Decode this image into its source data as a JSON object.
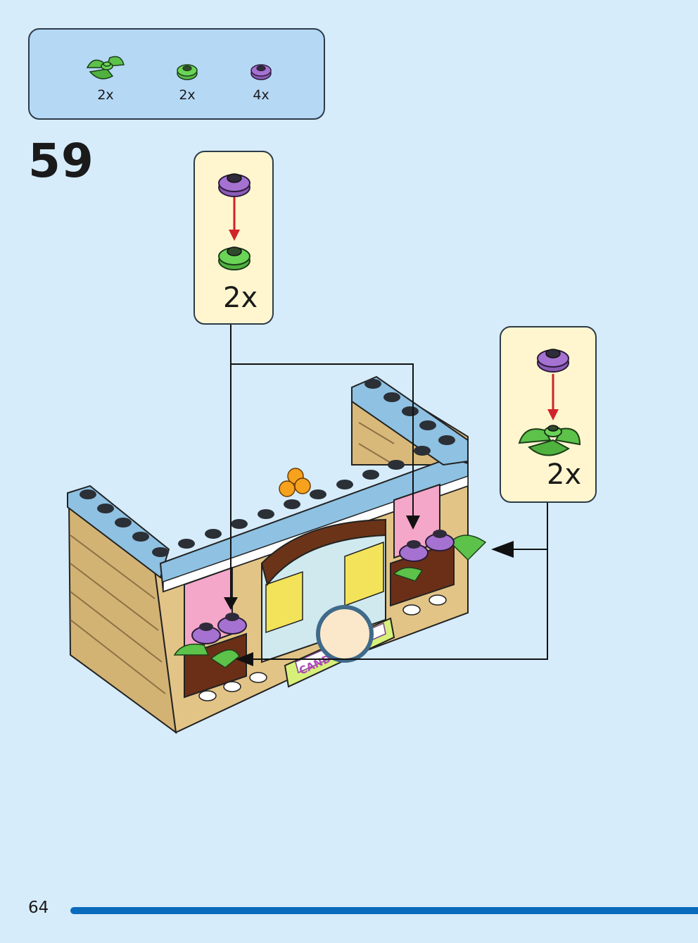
{
  "parts_list": [
    {
      "icon": "green-leaf-plate-icon",
      "qty": "2x"
    },
    {
      "icon": "green-round-plate-icon",
      "qty": "2x"
    },
    {
      "icon": "purple-flower-plate-icon",
      "qty": "4x"
    }
  ],
  "step": {
    "number": "59"
  },
  "callouts": [
    {
      "qty": "2x",
      "top_piece": "purple-flower-plate-icon",
      "bottom_piece": "green-round-plate-icon"
    },
    {
      "qty": "2x",
      "top_piece": "purple-flower-plate-icon",
      "bottom_piece": "green-leaf-plate-icon"
    }
  ],
  "model": {
    "sign_text": "CANDY SHOP"
  },
  "page": {
    "number": "64"
  },
  "colors": {
    "background": "#d6ecfb",
    "parts_box": "#b5d8f5",
    "callout": "#fff6cf",
    "accent_arrow": "#d2232a",
    "progress": "#0a6bbd"
  }
}
